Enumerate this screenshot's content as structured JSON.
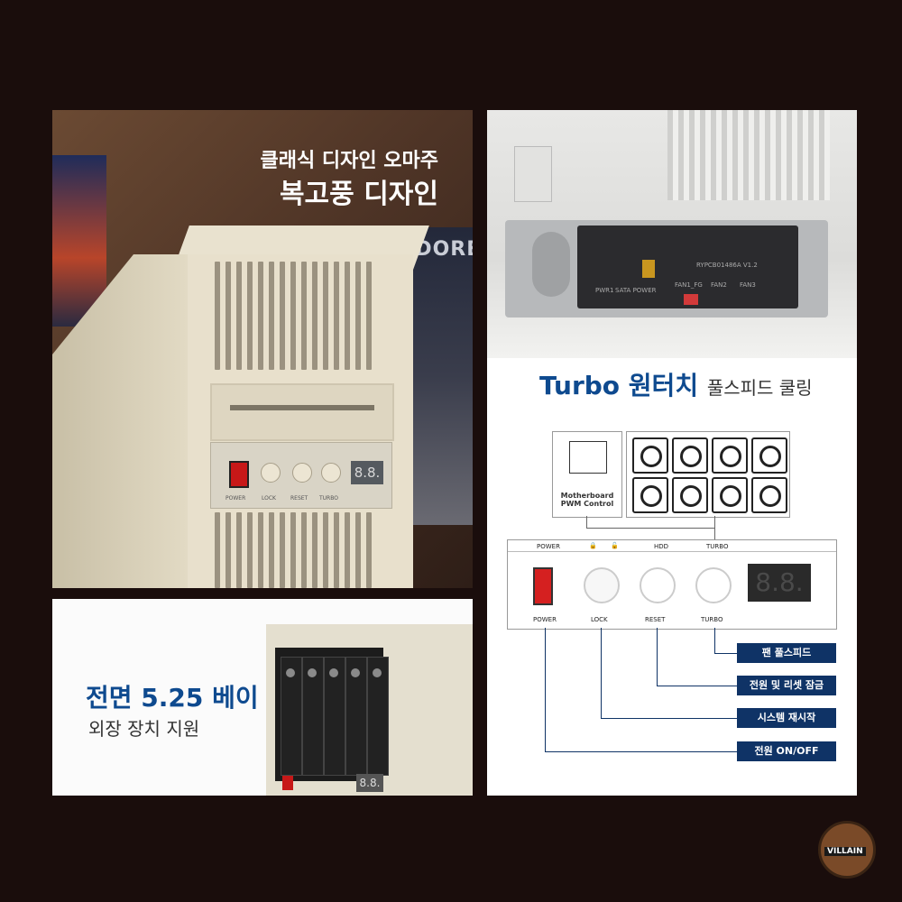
{
  "panel_classic": {
    "tagline": "클래식 디자인 오마주",
    "heading": "복고풍 디자인",
    "poster_text": "COMMODORE",
    "controls": {
      "power_label": "POWER",
      "lock_label": "LOCK",
      "reset_label": "RESET",
      "turbo_label": "TURBO",
      "display_value": "8.8."
    }
  },
  "panel_bay": {
    "heading": "전면 5.25 베이",
    "subheading": "외장 장치 지원",
    "display_value": "8.8."
  },
  "panel_turbo": {
    "pcb_model": "RYPCB01486A V1.2",
    "pcb_labels": [
      "PWR1",
      "SATA POWER",
      "FAN1_FG",
      "FAN2",
      "FAN3"
    ],
    "title_main": "Turbo 원터치",
    "title_sub": "풀스피드 쿨링",
    "diagram": {
      "motherboard_label": "Motherboard\nPWM Control",
      "top_labels": {
        "power": "POWER",
        "hdd": "HDD",
        "turbo": "TURBO"
      },
      "button_labels": {
        "power": "POWER",
        "lock": "LOCK",
        "reset": "RESET",
        "turbo": "TURBO"
      },
      "display_value": "8.8.",
      "callouts": [
        "팬 풀스피드",
        "전원 및 리셋 잠금",
        "시스템 재시작",
        "전원 ON/OFF"
      ]
    }
  },
  "logo": {
    "text": "VILLAIN"
  },
  "colors": {
    "accent": "#0e4a8f",
    "callout_bg": "#0f3366",
    "background": "#1a0d0c"
  }
}
